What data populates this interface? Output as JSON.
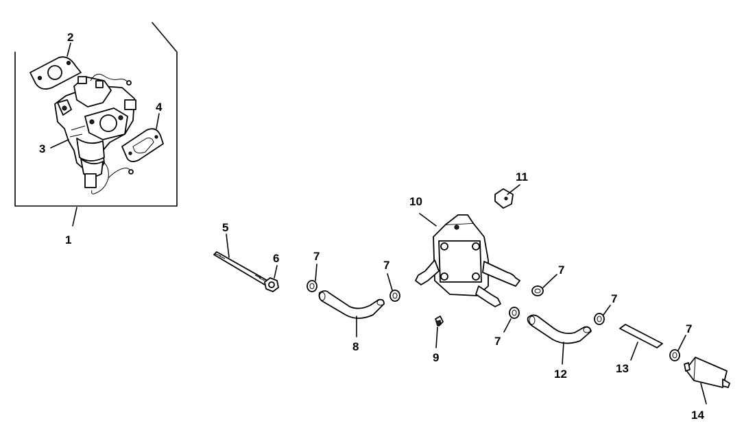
{
  "callouts": {
    "c1": "1",
    "c2": "2",
    "c3": "3",
    "c4": "4",
    "c5": "5",
    "c6": "6",
    "c7a": "7",
    "c7b": "7",
    "c7c": "7",
    "c7d": "7",
    "c7e": "7",
    "c7f": "7",
    "c8": "8",
    "c9": "9",
    "c10": "10",
    "c11": "11",
    "c12": "12",
    "c13": "13",
    "c14": "14"
  },
  "colors": {
    "line": "#000000",
    "background": "#ffffff"
  }
}
